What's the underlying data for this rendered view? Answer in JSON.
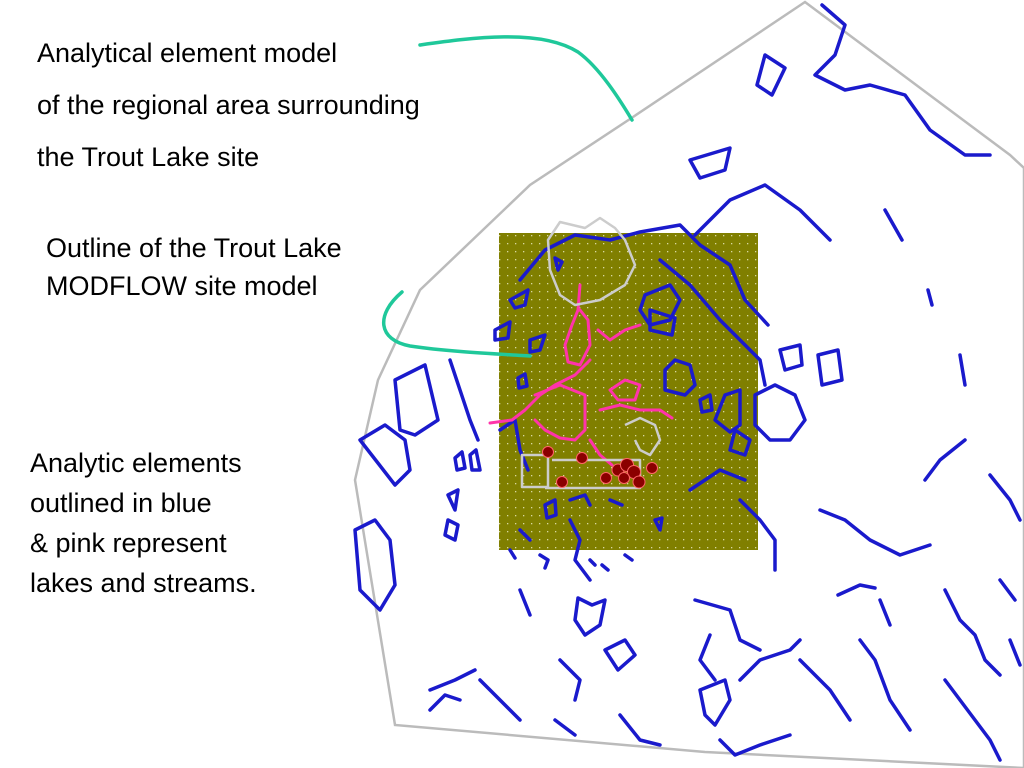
{
  "captions": {
    "regional_model": {
      "lines": [
        "Analytical element model",
        "of the regional area surrounding",
        "the Trout Lake site"
      ]
    },
    "site_model": {
      "lines": [
        "Outline of the Trout Lake",
        "MODFLOW site model"
      ]
    },
    "elements_note": {
      "lines": [
        "Analytic elements",
        "outlined in blue",
        "& pink represent",
        "lakes and streams."
      ]
    }
  },
  "colors": {
    "background": "#ffffff",
    "regional_boundary": "#bbbbbb",
    "lakes_streams_blue": "#1a1acc",
    "streams_pink": "#ff33aa",
    "site_model_fill": "#807f00",
    "site_grid_dots": "#d8d8a0",
    "leader_lines": "#1fc89a",
    "wells": "#8b0000",
    "inner_outline": "#cccccc"
  }
}
